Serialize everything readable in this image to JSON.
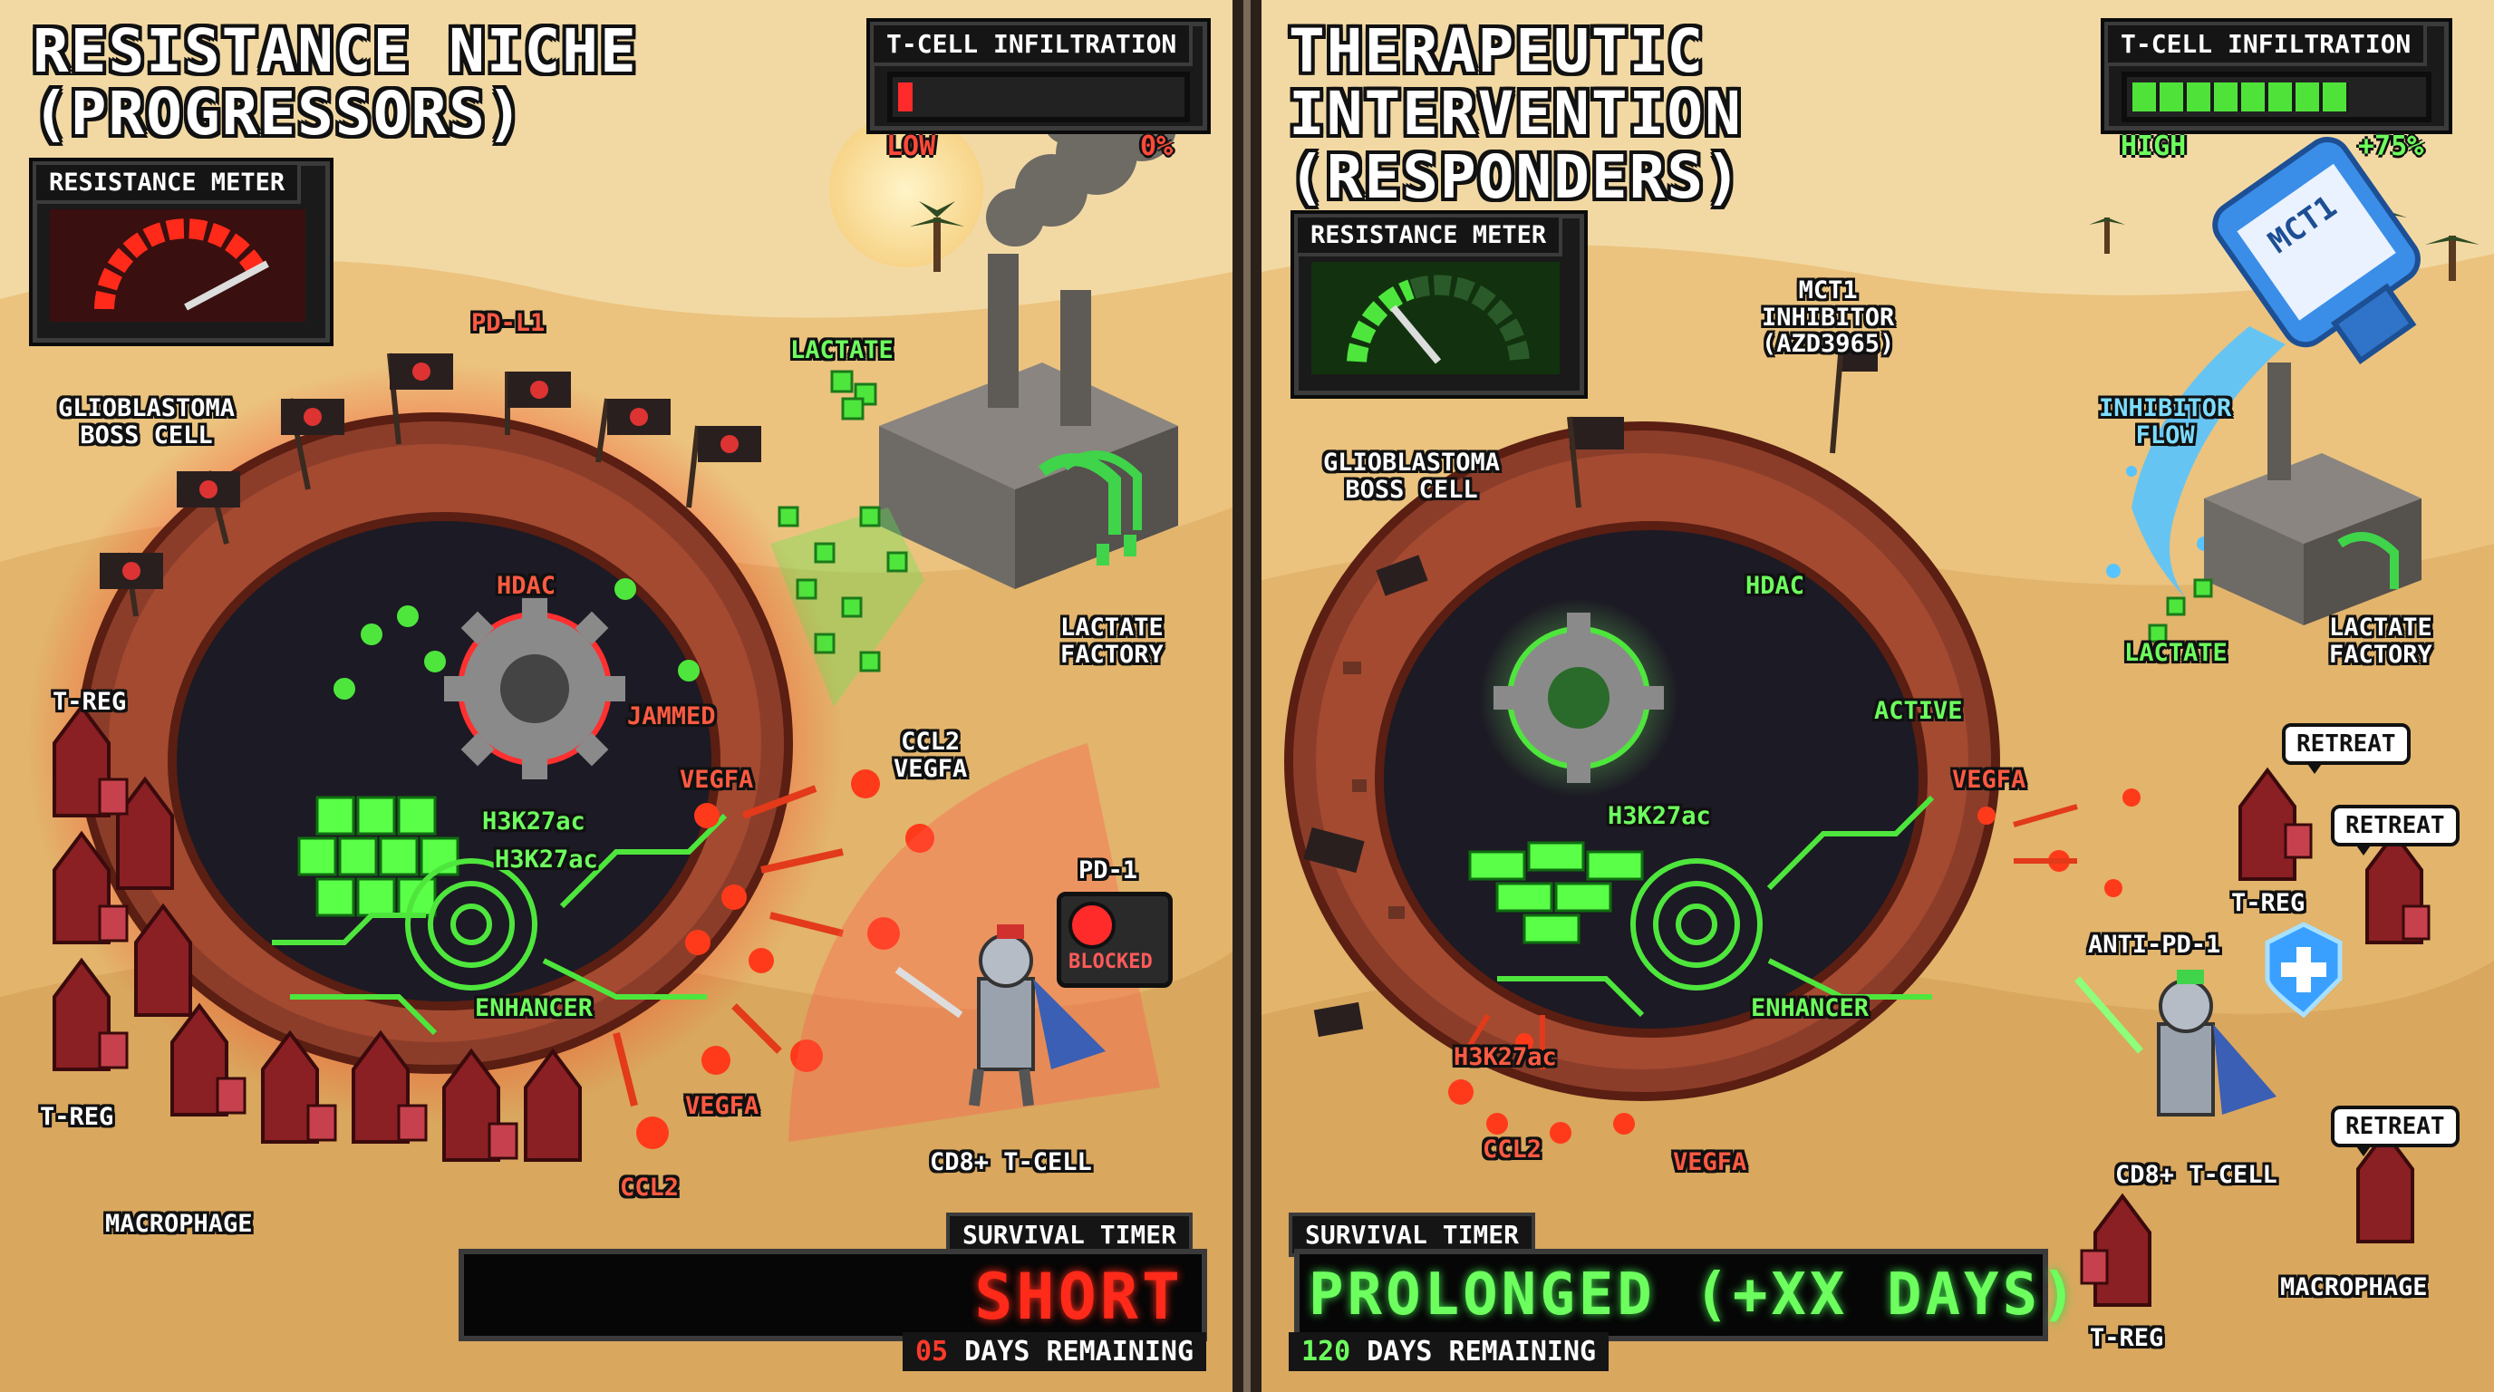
{
  "left_panel": {
    "title_line1": "RESISTANCE NICHE",
    "title_line2": "(PROGRESSORS)",
    "resistance_meter_label": "RESISTANCE METER",
    "tcell_infiltration": {
      "label": "T-CELL INFILTRATION",
      "level": "LOW",
      "percent": "0%",
      "fill_fraction": 0.05,
      "color": "#ff2a2a"
    },
    "labels": {
      "pdl1": "PD-L1",
      "boss_line1": "GLIOBLASTOMA",
      "boss_line2": "BOSS CELL",
      "lactate": "LACTATE",
      "factory_line1": "LACTATE",
      "factory_line2": "FACTORY",
      "hdac": "HDAC",
      "jammed": "JAMMED",
      "vegfa_1": "VEGFA",
      "ccl2_vegfa_line1": "CCL2",
      "ccl2_vegfa_line2": "VEGFA",
      "h3k27ac_1": "H3K27ac",
      "h3k27ac_2": "H3K27ac",
      "enhancer": "ENHANCER",
      "vegfa_2": "VEGFA",
      "ccl2": "CCL2",
      "treg_1": "T-REG",
      "treg_2": "T-REG",
      "macrophage": "MACROPHAGE",
      "pd1": "PD-1",
      "blocked": "BLOCKED",
      "cd8": "CD8+ T-CELL"
    },
    "survival_timer": {
      "label": "SURVIVAL TIMER",
      "value": "SHORT",
      "days_number": "05",
      "days_text": " DAYS REMAINING"
    }
  },
  "right_panel": {
    "title_line1": "THERAPEUTIC",
    "title_line2": "INTERVENTION",
    "title_line3": "(RESPONDERS)",
    "resistance_meter_label": "RESISTANCE METER",
    "tcell_infiltration": {
      "label": "T-CELL INFILTRATION",
      "level": "HIGH",
      "percent": "+75%",
      "fill_fraction": 0.75,
      "color": "#4fe33a"
    },
    "labels": {
      "mct1_line1": "MCT1",
      "mct1_line2": "INHIBITOR",
      "mct1_line3": "(AZD3965)",
      "bottle_text": "MCT1",
      "inhibitor_flow_line1": "INHIBITOR",
      "inhibitor_flow_line2": "FLOW",
      "boss_line1": "GLIOBLASTOMA",
      "boss_line2": "BOSS CELL",
      "hdac": "HDAC",
      "active": "ACTIVE",
      "lactate": "LACTATE",
      "factory_line1": "LACTATE",
      "factory_line2": "FACTORY",
      "vegfa_1": "VEGFA",
      "h3k27ac_1": "H3K27ac",
      "enhancer": "ENHANCER",
      "h3k27ac_2": "H3K27ac",
      "ccl2": "CCL2",
      "vegfa_2": "VEGFA",
      "treg_1": "T-REG",
      "treg_2": "T-REG",
      "anti_pd1": "ANTI-PD-1",
      "cd8": "CD8+ T-CELL",
      "macrophage": "MACROPHAGE",
      "retreat_1": "RETREAT",
      "retreat_2": "RETREAT",
      "retreat_3": "RETREAT"
    },
    "survival_timer": {
      "label": "SURVIVAL TIMER",
      "value": "PROLONGED (+XX DAYS)",
      "days_number": "120",
      "days_text": " DAYS REMAINING"
    }
  }
}
